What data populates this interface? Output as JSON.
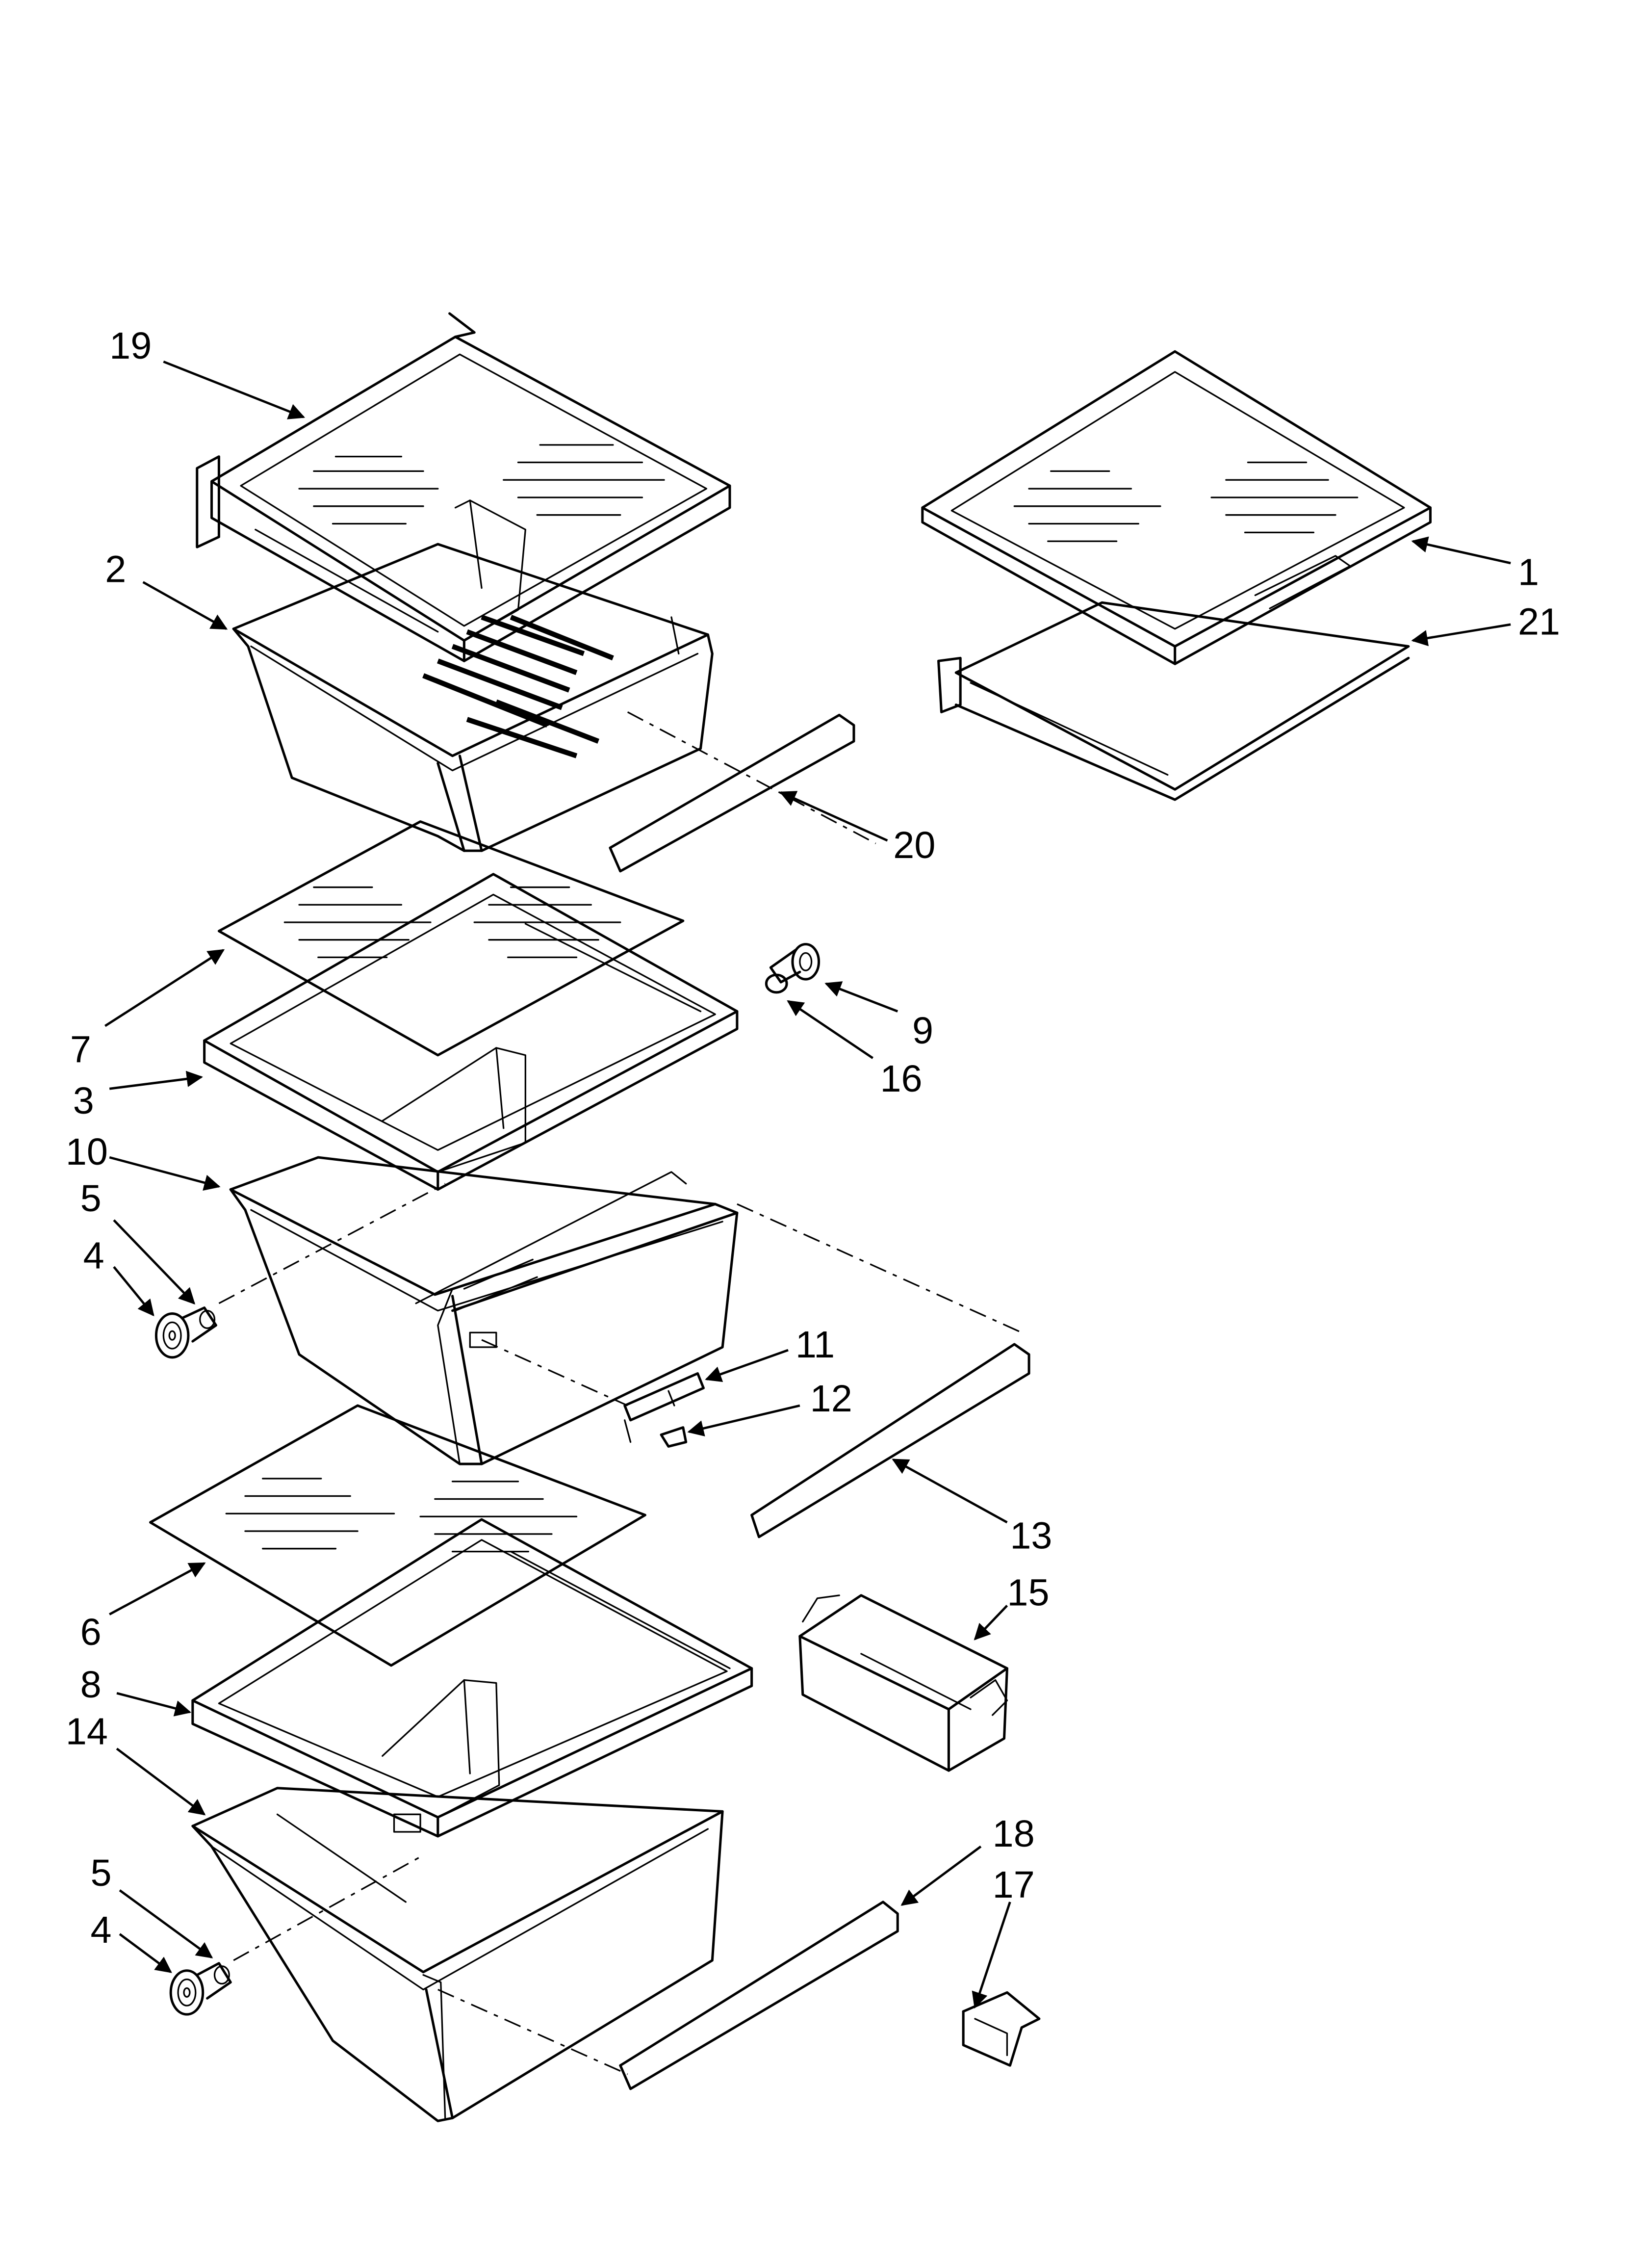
{
  "callouts": [
    {
      "id": "c19",
      "label": "19"
    },
    {
      "id": "c2",
      "label": "2"
    },
    {
      "id": "c1",
      "label": "1"
    },
    {
      "id": "c21",
      "label": "21"
    },
    {
      "id": "c20",
      "label": "20"
    },
    {
      "id": "c9",
      "label": "9"
    },
    {
      "id": "c16",
      "label": "16"
    },
    {
      "id": "c7",
      "label": "7"
    },
    {
      "id": "c3",
      "label": "3"
    },
    {
      "id": "c10",
      "label": "10"
    },
    {
      "id": "c5a",
      "label": "5"
    },
    {
      "id": "c4a",
      "label": "4"
    },
    {
      "id": "c11",
      "label": "11"
    },
    {
      "id": "c12",
      "label": "12"
    },
    {
      "id": "c13",
      "label": "13"
    },
    {
      "id": "c15",
      "label": "15"
    },
    {
      "id": "c6",
      "label": "6"
    },
    {
      "id": "c8",
      "label": "8"
    },
    {
      "id": "c14",
      "label": "14"
    },
    {
      "id": "c18",
      "label": "18"
    },
    {
      "id": "c17",
      "label": "17"
    },
    {
      "id": "c5b",
      "label": "5"
    },
    {
      "id": "c4b",
      "label": "4"
    }
  ]
}
